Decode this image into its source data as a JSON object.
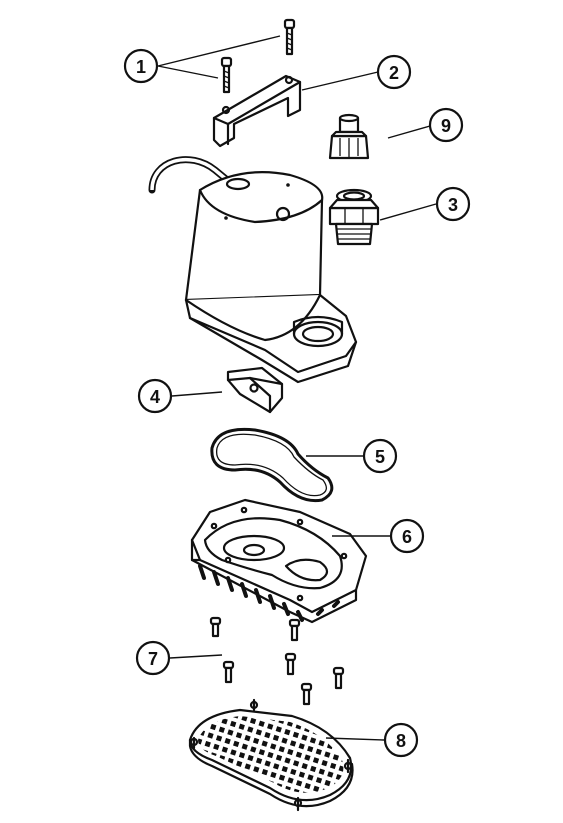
{
  "callouts": [
    {
      "id": "1",
      "label": "1",
      "part": "screw"
    },
    {
      "id": "2",
      "label": "2",
      "part": "handle"
    },
    {
      "id": "3",
      "label": "3",
      "part": "discharge-adapter"
    },
    {
      "id": "4",
      "label": "4",
      "part": "check-valve"
    },
    {
      "id": "5",
      "label": "5",
      "part": "o-ring-gasket"
    },
    {
      "id": "6",
      "label": "6",
      "part": "volute-base"
    },
    {
      "id": "7",
      "label": "7",
      "part": "base-screws"
    },
    {
      "id": "8",
      "label": "8",
      "part": "intake-screen"
    },
    {
      "id": "9",
      "label": "9",
      "part": "hose-adapter"
    }
  ]
}
